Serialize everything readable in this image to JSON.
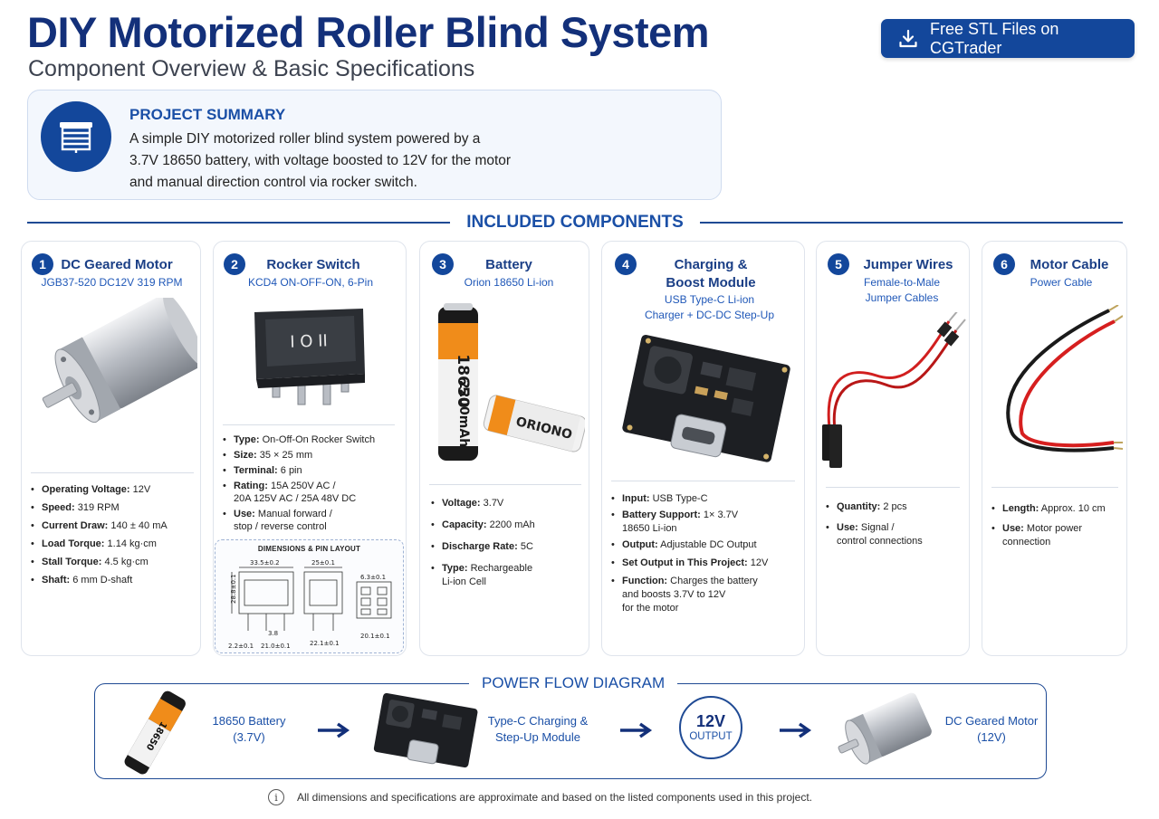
{
  "header": {
    "title": "DIY Motorized Roller Blind System",
    "subtitle": "Component Overview & Basic Specifications",
    "download_button": {
      "label": "Free STL Files on CGTrader",
      "icon": "download-icon"
    }
  },
  "summary": {
    "icon": "roller-blind-icon",
    "title": "PROJECT SUMMARY",
    "lines": [
      "A simple DIY motorized roller blind system powered by a",
      "3.7V 18650 battery, with voltage boosted to 12V for the motor",
      "and manual direction control via rocker switch."
    ]
  },
  "components_heading": "INCLUDED COMPONENTS",
  "components": [
    {
      "num": "1",
      "title": "DC Geared Motor",
      "subtitle": "JGB37-520 DC12V 319 RPM",
      "specs": [
        {
          "k": "Operating Voltage:",
          "v": "12V"
        },
        {
          "k": "Speed:",
          "v": "319 RPM"
        },
        {
          "k": "Current Draw:",
          "v": "140 ± 40 mA"
        },
        {
          "k": "Load Torque:",
          "v": "1.14 kg·cm"
        },
        {
          "k": "Stall Torque:",
          "v": "4.5 kg·cm"
        },
        {
          "k": "Shaft:",
          "v": "6 mm D-shaft"
        }
      ]
    },
    {
      "num": "2",
      "title": "Rocker Switch",
      "subtitle": "KCD4 ON-OFF-ON, 6-Pin",
      "specs": [
        {
          "k": "Type:",
          "v": "On-Off-On Rocker Switch"
        },
        {
          "k": "Size:",
          "v": "35 × 25 mm"
        },
        {
          "k": "Terminal:",
          "v": "6 pin"
        },
        {
          "k": "Rating:",
          "v": "15A 250V AC /",
          "v2": "20A 125V AC / 25A 48V DC"
        },
        {
          "k": "Use:",
          "v": "Manual forward /",
          "v2": "stop / reverse control"
        }
      ],
      "dimensions": {
        "title": "DIMENSIONS & PIN LAYOUT",
        "labels": [
          "33.5±0.2",
          "25±0.1",
          "6.3±0.1",
          "28.8±0.1",
          "2.2±0.1",
          "21.0±0.1",
          "22.1±0.1",
          "20.1±0.1",
          "3.8"
        ]
      }
    },
    {
      "num": "3",
      "title": "Battery",
      "subtitle": "Orion 18650 Li-ion",
      "cell_front": {
        "model": "18650",
        "capacity": "2200mAh"
      },
      "cell_back": {
        "brand": "ORIONO"
      },
      "specs": [
        {
          "k": "Voltage:",
          "v": "3.7V"
        },
        {
          "k": "Capacity:",
          "v": "2200 mAh"
        },
        {
          "k": "Discharge Rate:",
          "v": "5C"
        },
        {
          "k": "Type:",
          "v": "Rechargeable",
          "v2": "Li-ion Cell"
        }
      ]
    },
    {
      "num": "4",
      "title_lines": [
        "Charging &",
        "Boost Module"
      ],
      "subtitle_lines": [
        "USB Type-C Li-ion",
        "Charger + DC-DC Step-Up"
      ],
      "specs": [
        {
          "k": "Input:",
          "v": "USB Type-C"
        },
        {
          "k": "Battery Support:",
          "v": "1× 3.7V",
          "v2": "18650 Li-ion"
        },
        {
          "k": "Output:",
          "v": "Adjustable DC Output"
        },
        {
          "k": "Set Output in This Project:",
          "v": "12V"
        },
        {
          "k": "Function:",
          "v": "Charges the battery",
          "v2": "and boosts 3.7V to 12V",
          "v3": "for the motor"
        }
      ]
    },
    {
      "num": "5",
      "title": "Jumper Wires",
      "subtitle_lines": [
        "Female-to-Male",
        "Jumper Cables"
      ],
      "specs": [
        {
          "k": "Quantity:",
          "v": "2 pcs"
        },
        {
          "k": "Use:",
          "v": "Signal /",
          "v2": "control connections"
        }
      ]
    },
    {
      "num": "6",
      "title": "Motor Cable",
      "subtitle": "Power Cable",
      "specs": [
        {
          "k": "Length:",
          "v": "Approx. 10 cm"
        },
        {
          "k": "Use:",
          "v": "Motor power",
          "v2": "connection"
        }
      ]
    }
  ],
  "power_flow": {
    "heading": "POWER FLOW DIAGRAM",
    "battery": {
      "line1": "18650 Battery",
      "line2": "(3.7V)",
      "cell_label": "18650"
    },
    "module": {
      "line1": "Type-C Charging &",
      "line2": "Step-Up Module"
    },
    "output": {
      "value": "12V",
      "label": "OUTPUT"
    },
    "motor": {
      "line1": "DC Geared Motor",
      "line2": "(12V)"
    }
  },
  "footnote": "All dimensions and specifications are approximate and based on the listed components used in this project.",
  "colors": {
    "primary": "#13479b",
    "heading": "#13307a",
    "accent_text": "#1a4fa6",
    "battery_orange": "#f08c1a"
  }
}
